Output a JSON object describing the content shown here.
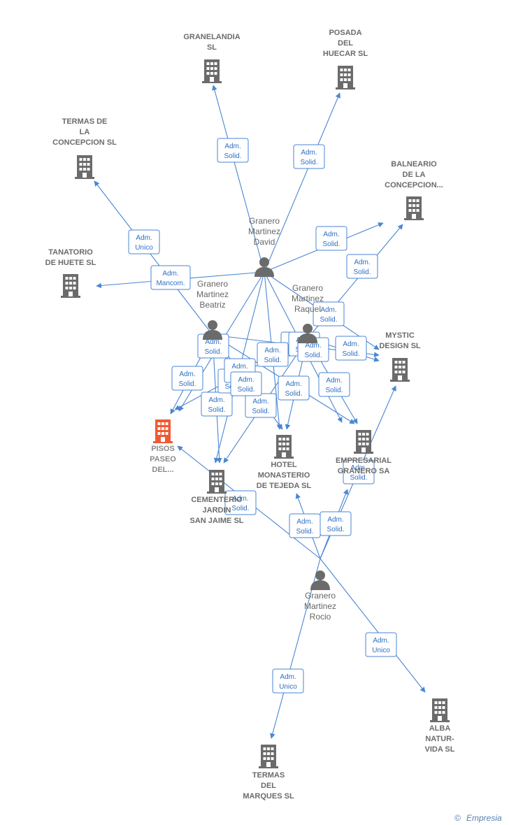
{
  "colors": {
    "edge": "#4a86d4",
    "label_border": "#4a86d4",
    "label_text": "#2f6fc1",
    "company_icon": "#6b6b6b",
    "main_company_icon": "#f05a32",
    "person_icon": "#6b6b6b",
    "text": "#6b6b6b"
  },
  "companies": [
    {
      "id": "granelandia",
      "lines": [
        "GRANELANDIA",
        "SL"
      ]
    },
    {
      "id": "posada",
      "lines": [
        "POSADA",
        "DEL",
        "HUECAR  SL"
      ]
    },
    {
      "id": "termas_concepcion",
      "lines": [
        "TERMAS DE",
        "LA",
        "CONCEPCION SL"
      ]
    },
    {
      "id": "balneario",
      "lines": [
        "BALNEARIO",
        "DE LA",
        "CONCEPCION..."
      ]
    },
    {
      "id": "tanatorio",
      "lines": [
        "TANATORIO",
        "DE HUETE SL"
      ]
    },
    {
      "id": "mystic",
      "lines": [
        "MYSTIC",
        "DESIGN SL"
      ]
    },
    {
      "id": "pisos",
      "lines": [
        "PISOS",
        "PASEO",
        "DEL..."
      ],
      "main": true
    },
    {
      "id": "hotel",
      "lines": [
        "HOTEL",
        "MONASTERIO",
        "DE TEJEDA  SL"
      ]
    },
    {
      "id": "empresarial",
      "lines": [
        "EMPRESARIAL",
        "GRANERO SA"
      ]
    },
    {
      "id": "cementerio",
      "lines": [
        "CEMENTERIO",
        "JARDIN",
        "SAN JAIME  SL"
      ]
    },
    {
      "id": "alba",
      "lines": [
        "ALBA",
        "NATUR-",
        "VIDA SL"
      ]
    },
    {
      "id": "termas_marques",
      "lines": [
        "TERMAS",
        "DEL",
        "MARQUES SL"
      ]
    }
  ],
  "persons": [
    {
      "id": "david",
      "lines": [
        "Granero",
        "Martinez",
        "David"
      ]
    },
    {
      "id": "beatriz",
      "lines": [
        "Granero",
        "Martinez",
        "Beatriz"
      ]
    },
    {
      "id": "raquel",
      "lines": [
        "Granero",
        "Martinez",
        "Raquel"
      ]
    },
    {
      "id": "rocio",
      "lines": [
        "Granero",
        "Martinez",
        "Rocio"
      ]
    }
  ],
  "relations": [
    {
      "from": "david",
      "to": "granelandia",
      "label": [
        "Adm.",
        "Solid."
      ]
    },
    {
      "from": "david",
      "to": "posada",
      "label": [
        "Adm.",
        "Solid."
      ]
    },
    {
      "from": "david",
      "to": "balneario",
      "label": [
        "Adm.",
        "Solid."
      ]
    },
    {
      "from": "david",
      "to": "tanatorio",
      "label": [
        "Adm.",
        "Mancom."
      ]
    },
    {
      "from": "david",
      "to": "pisos",
      "label": [
        "Adm.",
        "Solid."
      ]
    },
    {
      "from": "david",
      "to": "hotel",
      "label": [
        "Adm.",
        "Solid."
      ]
    },
    {
      "from": "david",
      "to": "cementerio",
      "label": [
        "Adm.",
        "Solid."
      ]
    },
    {
      "from": "david",
      "to": "mystic",
      "label": [
        "Adm.",
        "Solid."
      ]
    },
    {
      "from": "david",
      "to": "empresarial",
      "label": [
        "Adm.",
        "Solid."
      ]
    },
    {
      "from": "beatriz",
      "to": "termas_concepcion",
      "label": [
        "Adm.",
        "Unico"
      ]
    },
    {
      "from": "beatriz",
      "to": "pisos",
      "label": [
        "Adm.",
        "Solid."
      ]
    },
    {
      "from": "beatriz",
      "to": "hotel",
      "label": [
        "Adm.",
        "Solid."
      ]
    },
    {
      "from": "beatriz",
      "to": "cementerio",
      "label": [
        "Adm.",
        "Solid."
      ]
    },
    {
      "from": "beatriz",
      "to": "mystic",
      "label": [
        "Adm.",
        "Solid."
      ]
    },
    {
      "from": "beatriz",
      "to": "empresarial",
      "label": [
        "Adm.",
        "Solid."
      ]
    },
    {
      "from": "raquel",
      "to": "balneario",
      "label": [
        "Adm.",
        "Solid."
      ]
    },
    {
      "from": "raquel",
      "to": "pisos",
      "label": [
        "Adm.",
        "Solid."
      ]
    },
    {
      "from": "raquel",
      "to": "hotel",
      "label": [
        "Adm.",
        "Solid."
      ]
    },
    {
      "from": "raquel",
      "to": "cementerio",
      "label": [
        "Adm.",
        "Solid."
      ]
    },
    {
      "from": "raquel",
      "to": "mystic",
      "label": [
        "Adm.",
        "Solid."
      ]
    },
    {
      "from": "raquel",
      "to": "empresarial",
      "label": [
        "Adm.",
        "Solid."
      ]
    },
    {
      "from": "rocio",
      "to": "pisos",
      "label": [
        "Adm.",
        "Solid."
      ]
    },
    {
      "from": "rocio",
      "to": "hotel",
      "label": [
        "Adm.",
        "Solid."
      ]
    },
    {
      "from": "rocio",
      "to": "empresarial",
      "label": [
        "Adm.",
        "Solid."
      ]
    },
    {
      "from": "rocio",
      "to": "mystic",
      "label": [
        "Adm.",
        "Solid."
      ]
    },
    {
      "from": "rocio",
      "to": "alba",
      "label": [
        "Adm.",
        "Unico"
      ]
    },
    {
      "from": "rocio",
      "to": "termas_marques",
      "label": [
        "Adm.",
        "Unico"
      ]
    }
  ],
  "credit": {
    "symbol": "©",
    "brand": "Empresia"
  }
}
